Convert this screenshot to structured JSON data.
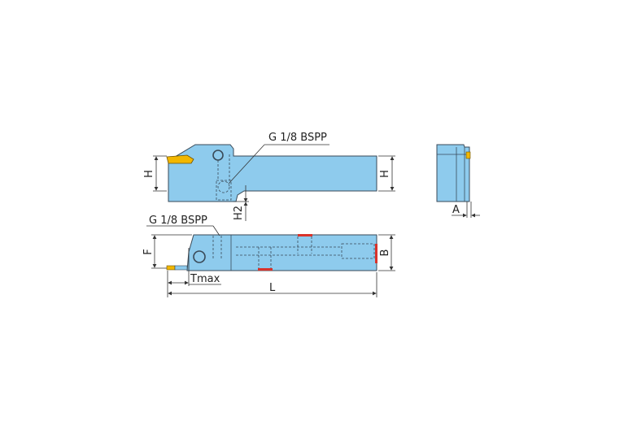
{
  "labels": {
    "port_top": "G 1/8 BSPP",
    "port_front": "G 1/8 BSPP",
    "h_left": "H",
    "h_right": "H",
    "h2": "H2",
    "f": "F",
    "b": "B",
    "tmax": "Tmax",
    "l": "L",
    "a": "A"
  },
  "colors": {
    "body": "#8ecbed",
    "insert": "#f2b700",
    "seal": "#d9332b",
    "outline": "#3a4a58"
  }
}
